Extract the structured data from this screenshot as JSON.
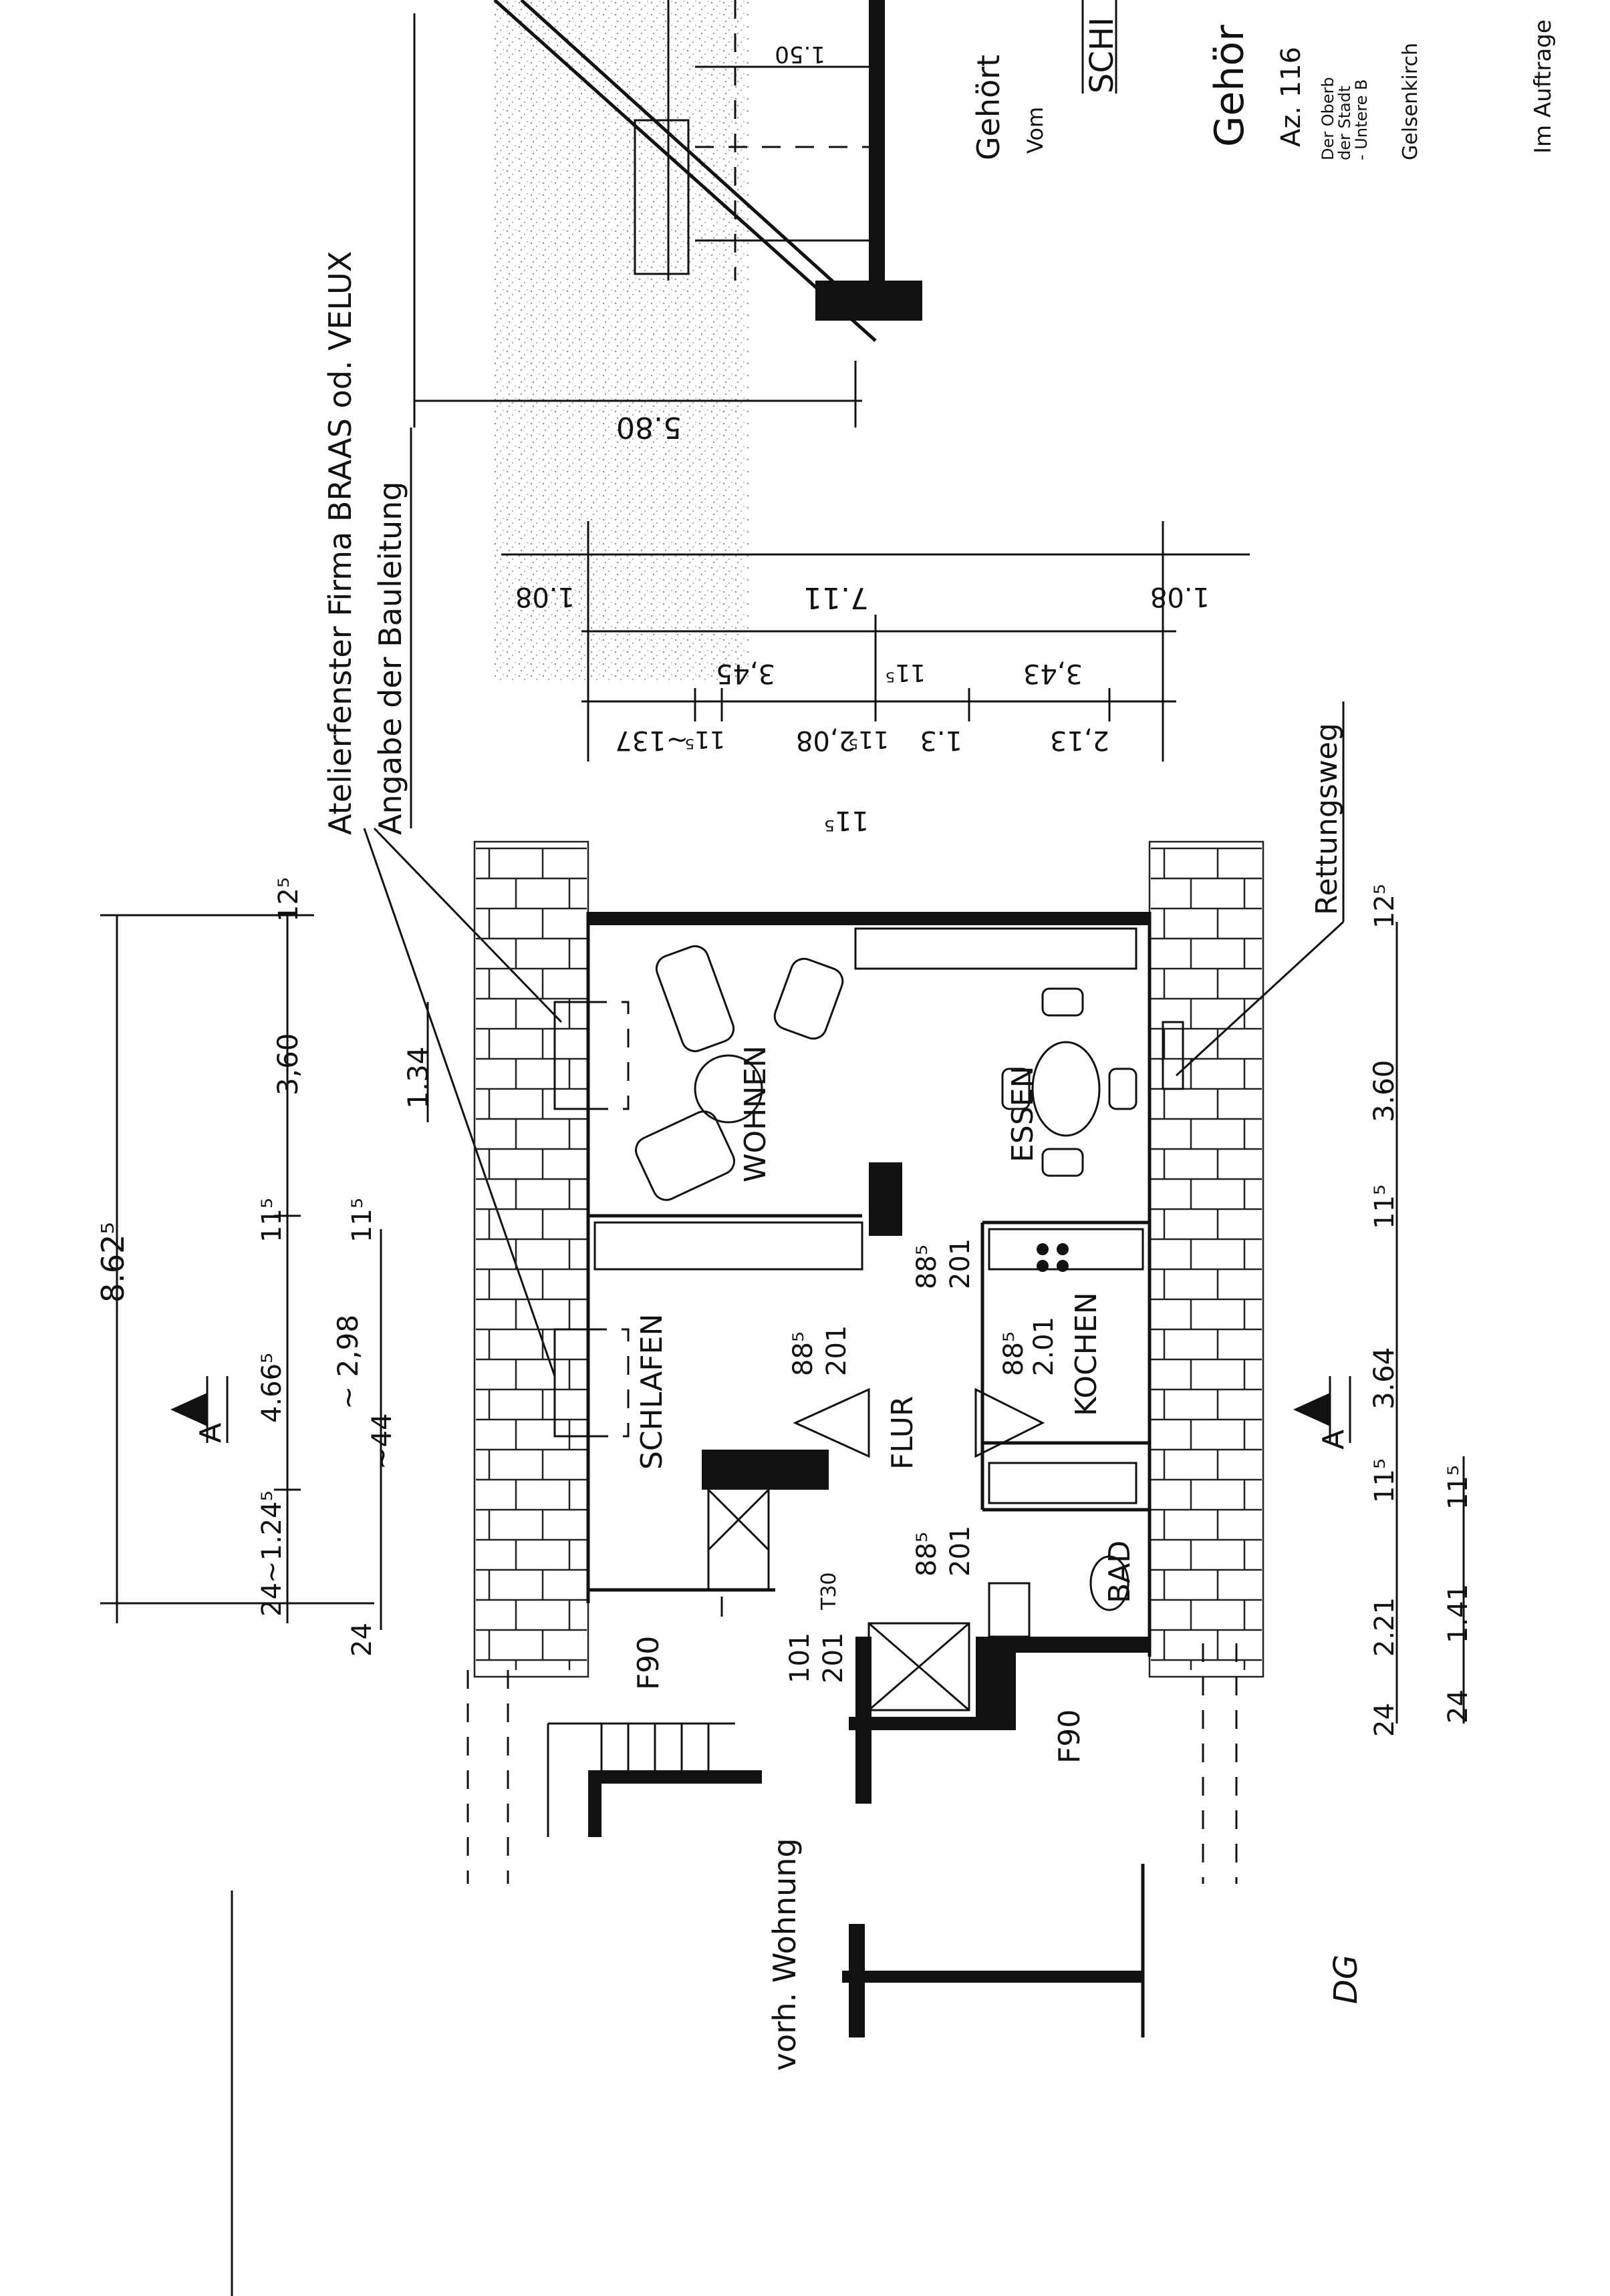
{
  "rooms": {
    "wohnen": "WOHNEN",
    "essen": "ESSEN",
    "schlafen": "SCHLAFEN",
    "flur": "FLUR",
    "kochen": "KOCHEN",
    "bad": "BAD"
  },
  "annotations": {
    "window_note_line1": "Atelierfenster Firma BRAAS od. VELUX",
    "window_note_line2": "Angabe der Bauleitung",
    "escape_route": "Rettungsweg",
    "existing_flat": "vorh. Wohnung",
    "fire_rating": "F90",
    "section_marker": "A",
    "initials": "DG"
  },
  "stamp": {
    "line1": "Gehört",
    "line2": "Vom",
    "line3": "SCHI",
    "line4": "Gehör",
    "line5": "Az. 116",
    "line6": "Der Oberb",
    "line7": "der Stadt",
    "line8": "- Untere B",
    "line9": "Gelsenkirch",
    "line10": "Im Auftrage"
  },
  "dimensions": {
    "overall": "8.62⁵",
    "left_chain": [
      "24",
      "~1.24⁵",
      "4.66⁵",
      "11⁵",
      "3,60",
      "12⁵"
    ],
    "left_inner": [
      "24",
      "~44",
      "~ 2,98",
      "11⁵",
      "1.34"
    ],
    "right_chain": [
      "24",
      "2.21",
      "11⁵",
      "3.64",
      "11⁵",
      "3.60",
      "12⁵"
    ],
    "right_inner": [
      "24",
      "1.41",
      "11⁵"
    ],
    "doors": [
      "88⁵",
      "201",
      "88⁵",
      "201",
      "88⁵",
      "2.01",
      "88⁵",
      "201",
      "101",
      "201",
      "T30"
    ],
    "section_widths": [
      "1.08",
      "7.11",
      "1.08",
      "~137",
      "11⁵",
      "2,08",
      "11⁵",
      "1.3",
      "2,13",
      "3,45",
      "11⁵",
      "3,43",
      "11⁵"
    ],
    "roof_span": "5.80",
    "roof_detail": "1.50"
  }
}
